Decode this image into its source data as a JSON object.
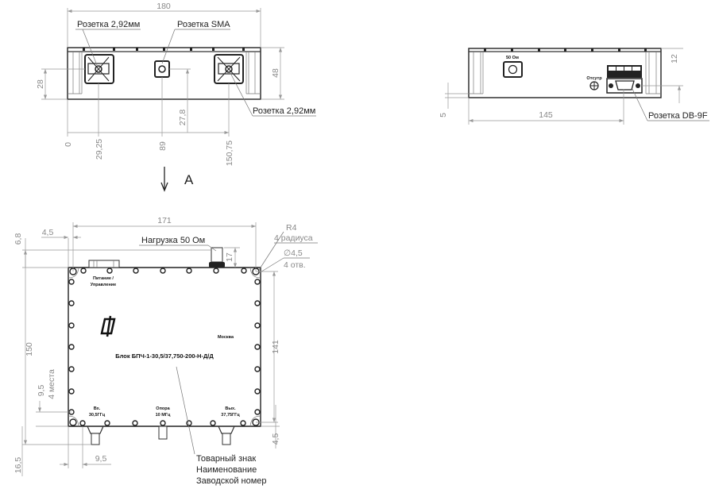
{
  "front_view": {
    "connector_left_label": "Розетка 2,92мм",
    "connector_mid_label": "Розетка SMA",
    "connector_right_label": "Розетка 2,92мм",
    "dims": {
      "width": "180",
      "height": "48",
      "conn_height": "28",
      "sma_height": "27,8",
      "x0": "0",
      "x1": "29,25",
      "x2": "89",
      "x3": "150,75"
    }
  },
  "view_arrow": {
    "label": "A"
  },
  "side_view": {
    "load_label": "50 Ом",
    "ground_label": "Отсутр",
    "db9_label": "Розетка DB-9F",
    "dims": {
      "height": "12",
      "offset": "5",
      "width": "145"
    }
  },
  "bottom_view": {
    "load_label": "Нагрузка 50 Ом",
    "power_label_1": "Питание /",
    "power_label_2": "Управление",
    "city": "Москва",
    "product_name": "Блок БПЧ-1-30,5/37,750-200-Н-Д/Д",
    "input_label_1": "Вх.",
    "input_label_2": "30,5ГГц",
    "ref_label_1": "Опора",
    "ref_label_2": "10 МГц",
    "output_label_1": "Вых.",
    "output_label_2": "37,75ГГц",
    "note_lines": [
      "Товарный знак",
      "Наименование",
      "Заводской номер"
    ],
    "corner_note": {
      "radius": "R4",
      "radius_count": "4 радиуса",
      "hole": "∅4,5",
      "hole_count": "4 отв."
    },
    "dims": {
      "width": "171",
      "edge": "4,5",
      "top": "6,8",
      "load_height": "17",
      "height": "150",
      "inner_height": "141",
      "side_offset": "9,5",
      "side_count": "4 места",
      "bottom": "16,5",
      "bottom_offset": "9,5",
      "bottom_right": "4,5"
    }
  }
}
